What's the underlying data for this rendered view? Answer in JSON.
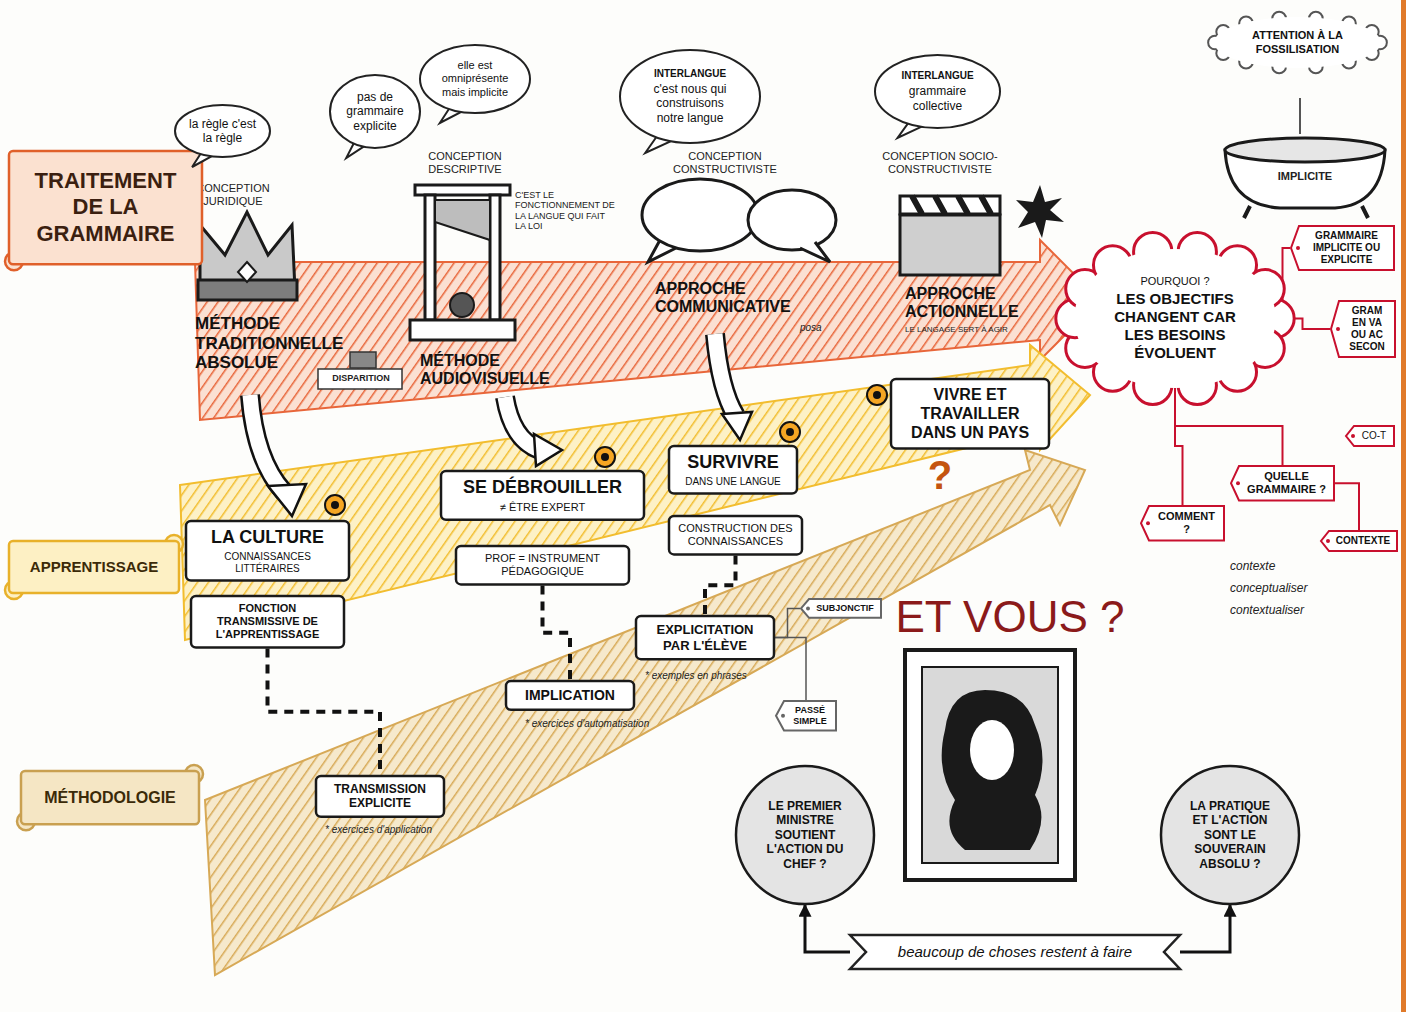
{
  "diagram": {
    "nodes": [
      {
        "text": [
          "TRAITEMENT DE LA GRAMMAIRE"
        ]
      },
      {
        "text": [
          "APPRENTISSAGE"
        ]
      },
      {
        "text": [
          "MÉTHODOLOGIE"
        ]
      },
      {
        "text": [
          "la règle c'est la règle"
        ]
      },
      {
        "text": [
          "pas de grammaire explicite"
        ]
      },
      {
        "text": [
          "elle est omniprésente mais implicite"
        ]
      },
      {
        "text": [
          "INTERLANGUE",
          "c'est nous qui construisons notre langue"
        ]
      },
      {
        "text": [
          "INTERLANGUE",
          "grammaire collective"
        ]
      },
      {
        "text": [
          "ATTENTION À LA FOSSILISATION"
        ]
      },
      {
        "text": [
          "LA CULTURE",
          "CONNAISSANCES LITTÉRAIRES"
        ]
      },
      {
        "text": [
          "FONCTION TRANSMISSIVE DE L'APPRENTISSAGE"
        ]
      },
      {
        "text": [
          "SE DÉBROUILLER",
          "≠ ÊTRE EXPERT"
        ]
      },
      {
        "text": [
          "PROF = INSTRUMENT PÉDAGOGIQUE"
        ]
      },
      {
        "text": [
          "SURVIVRE",
          "DANS UNE LANGUE"
        ]
      },
      {
        "text": [
          "CONSTRUCTION DES CONNAISSANCES"
        ]
      },
      {
        "text": [
          "VIVRE ET TRAVAILLER DANS UN PAYS"
        ]
      },
      {
        "text": [
          "TRANSMISSION EXPLICITE"
        ]
      },
      {
        "text": [
          "IMPLICATION"
        ]
      },
      {
        "text": [
          "EXPLICITATION PAR L'ÉLÈVE"
        ]
      },
      {
        "text": [
          "PASSÉ SIMPLE"
        ]
      },
      {
        "text": [
          "SUBJONCTIF"
        ]
      },
      {
        "text": [
          "POURQUOI ?",
          "LES OBJECTIFS CHANGENT CAR LES BESOINS ÉVOLUENT"
        ]
      },
      {
        "text": [
          "GRAMMAIRE IMPLICITE OU EXPLICITE"
        ]
      },
      {
        "text": [
          "GRAM EN VA OU AC SECON"
        ]
      },
      {
        "text": [
          "QUELLE GRAMMAIRE ?"
        ]
      },
      {
        "text": [
          "COMMENT ?"
        ]
      },
      {
        "text": [
          "CONTEXTE"
        ]
      },
      {
        "text": [
          "CO-T"
        ]
      },
      {
        "text": [
          "LE PREMIER MINISTRE SOUTIENT L'ACTION DU CHEF ?"
        ]
      },
      {
        "text": [
          "LA PRATIQUE ET L'ACTION SONT LE SOUVERAIN ABSOLU ?"
        ]
      },
      {
        "text": [
          "beaucoup de choses restent à faire"
        ]
      }
    ],
    "edges": [
      {
        "from": 10,
        "to": 16,
        "arrow": "none"
      },
      {
        "from": 12,
        "to": 17,
        "arrow": "none"
      },
      {
        "from": 14,
        "to": 18,
        "arrow": "none"
      },
      {
        "from": 18,
        "to": 19,
        "arrow": "none"
      },
      {
        "from": 18,
        "to": 20,
        "arrow": "none"
      },
      {
        "from": 21,
        "to": 22,
        "arrow": "none"
      },
      {
        "from": 21,
        "to": 23,
        "arrow": "none"
      },
      {
        "from": 21,
        "to": 24,
        "arrow": "none"
      },
      {
        "from": 21,
        "to": 25,
        "arrow": "none"
      },
      {
        "from": 24,
        "to": 26,
        "arrow": "none"
      },
      {
        "from": 30,
        "to": 28,
        "arrow": "to"
      },
      {
        "from": 30,
        "to": 29,
        "arrow": "to"
      }
    ],
    "labels": [
      "CONCEPTION JURIDIQUE",
      "MÉTHODE TRADITIONNELLE ABSOLUE",
      "DISPARITION",
      "CONCEPTION DESCRIPTIVE",
      "C'EST LE FONCTIONNEMENT DE LA LANGUE QUI FAIT LA LOI",
      "MÉTHODE AUDIOVISUELLE",
      "CONCEPTION CONSTRUCTIVISTE",
      "APPROCHE COMMUNICATIVE",
      "posa",
      "CONCEPTION SOCIO-CONSTRUCTIVISTE",
      "APPROCHE ACTIONNELLE",
      "LE LANGAGE SERT À AGIR",
      "?",
      "IMPLICITE",
      "* exercices d'application",
      "* exercices d'automatisation",
      "* exemples en phrases",
      "contexte",
      "conceptualiser",
      "contextualiser",
      "ET VOUS ?"
    ]
  }
}
